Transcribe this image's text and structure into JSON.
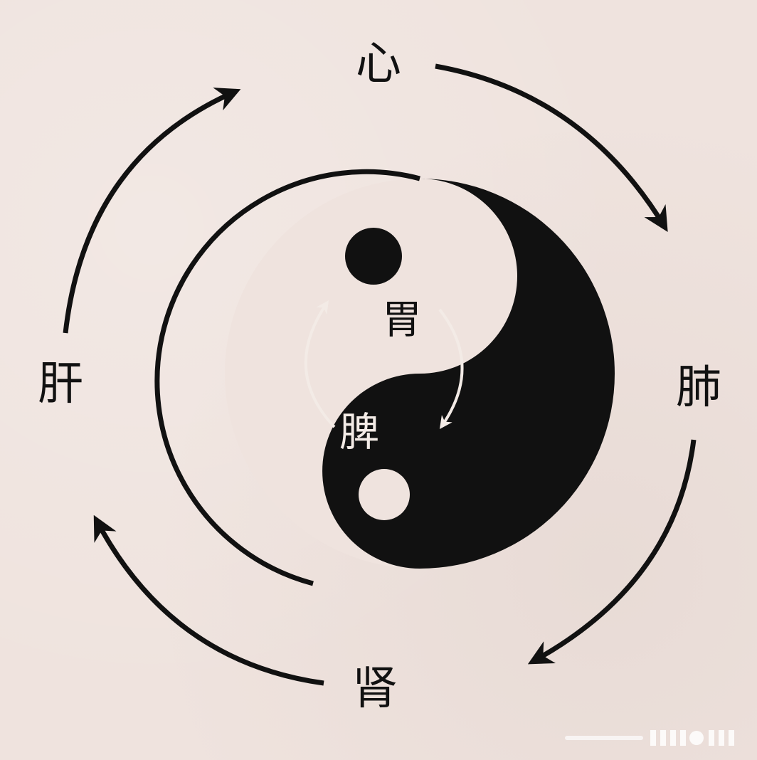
{
  "colors": {
    "background": "#efe3de",
    "ink": "#111111",
    "paper": "#f3ebe6"
  },
  "organs": {
    "heart": "心",
    "lung": "肺",
    "kidney": "肾",
    "liver": "肝",
    "stomach": "胃",
    "spleen": "脾"
  },
  "icons": {
    "outer_cycle": [
      "arrow-clockwise-icon",
      "arrow-clockwise-icon",
      "arrow-clockwise-icon",
      "arrow-clockwise-icon"
    ],
    "inner_cycle": [
      "arrow-up-icon",
      "arrow-down-icon"
    ]
  }
}
